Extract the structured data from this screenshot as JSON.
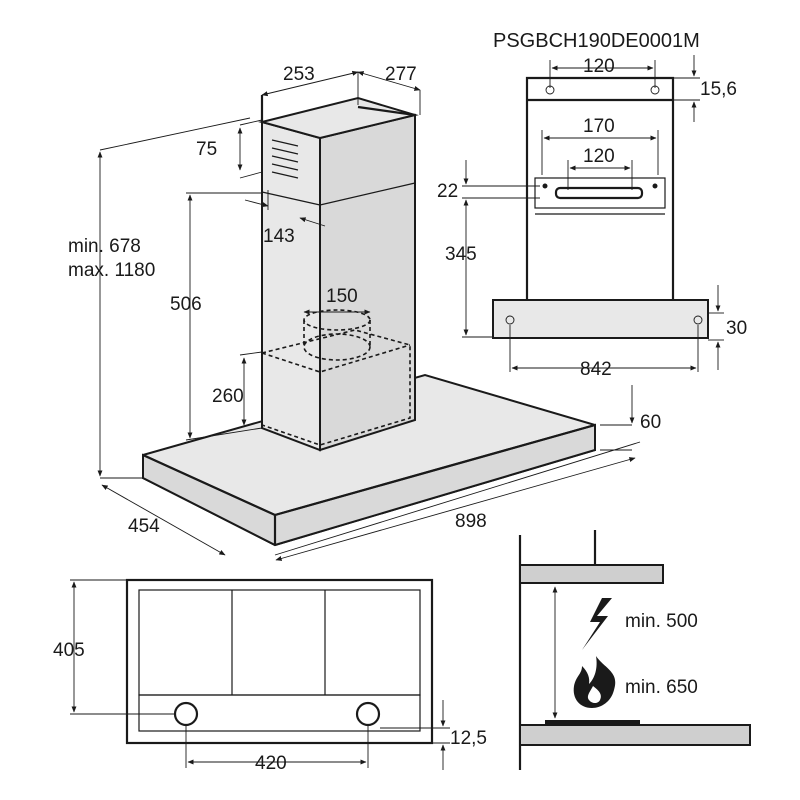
{
  "model_code": "PSGBCH190DE0001M",
  "main_view": {
    "chimney_depth": "253",
    "chimney_width": "277",
    "top_offset": "75",
    "vent_offset": "143",
    "total_height_min": "min. 678",
    "total_height_max": "max. 1180",
    "duct_height": "506",
    "outlet_diameter": "150",
    "box_height": "260",
    "canopy_thickness": "60",
    "canopy_depth": "454",
    "canopy_width": "898"
  },
  "bracket_view": {
    "top_hole_spacing": "120",
    "top_bracket_height": "15,6",
    "bracket_width": "170",
    "bracket_hole_spacing": "120",
    "bracket_height": "22",
    "bracket_drop": "345",
    "bottom_offset": "30",
    "bottom_hole_spacing": "842"
  },
  "bottom_view": {
    "depth": "405",
    "lamp_spacing": "420",
    "lamp_offset": "12,5"
  },
  "clearance_view": {
    "electric_icon": "lightning-icon",
    "gas_icon": "flame-icon",
    "electric_min": "min. 500",
    "gas_min": "min. 650"
  }
}
